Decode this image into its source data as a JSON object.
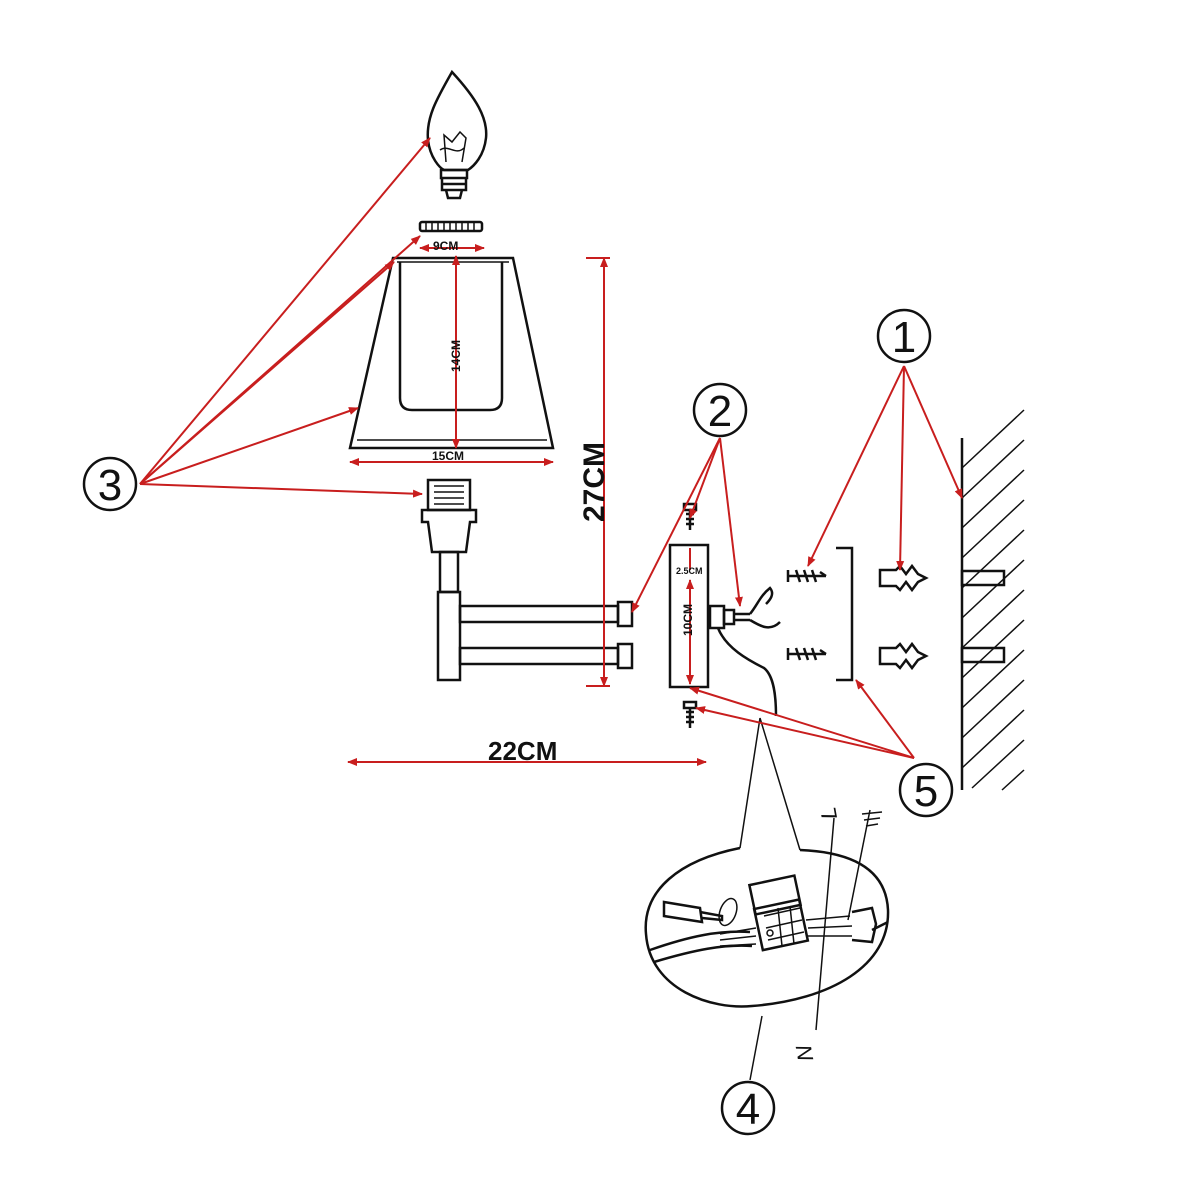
{
  "dimensions": {
    "shade_top": "9CM",
    "shade_height": "14CM",
    "shade_bottom": "15CM",
    "total_height": "27CM",
    "plate_gap": "2.5CM",
    "plate_height": "10CM",
    "arm_length": "22CM"
  },
  "callouts": {
    "c1": "1",
    "c2": "2",
    "c3": "3",
    "c4": "4",
    "c5": "5"
  },
  "wiring": {
    "live": "L",
    "neutral": "N"
  },
  "colors": {
    "leader_lines": "#c81e1e",
    "drawing": "#111111"
  }
}
